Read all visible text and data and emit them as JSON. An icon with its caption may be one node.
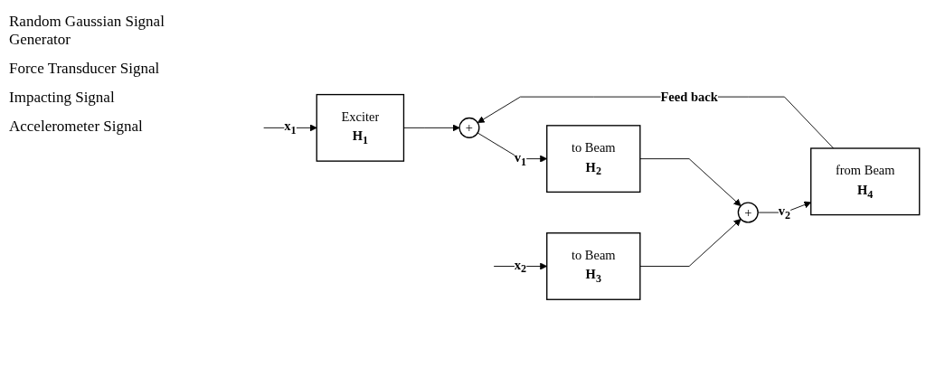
{
  "diagram": {
    "nodes": [
      {
        "text": [
          "Exciter",
          "H$_{1}$"
        ]
      },
      {
        "text": [
          "+"
        ]
      },
      {
        "text": [
          "to Beam",
          "H$_{2}$"
        ]
      },
      {
        "text": [
          "to Beam",
          "H$_{3}$"
        ]
      },
      {
        "text": [
          "+"
        ]
      },
      {
        "text": [
          "from Beam",
          "H$_{4}$"
        ]
      }
    ],
    "edges": [
      {
        "from": null,
        "to": 0,
        "arrow": "to",
        "label": "x$_{1}$"
      },
      {
        "from": 0,
        "to": 1,
        "arrow": "to"
      },
      {
        "from": 1,
        "to": 2,
        "arrow": "to",
        "label": "v$_{1}$"
      },
      {
        "from": 2,
        "to": 4,
        "arrow": "to"
      },
      {
        "from": null,
        "to": 3,
        "arrow": "to",
        "label": "x$_{2}$"
      },
      {
        "from": 3,
        "to": 4,
        "arrow": "to"
      },
      {
        "from": 4,
        "to": 5,
        "arrow": "to",
        "label": "v$_{2}$"
      },
      {
        "from": 5,
        "to": 1,
        "arrow": "to",
        "label": "Feed back"
      }
    ],
    "labels": [
      "Random Gaussian Signal Generator",
      "Force Transducer Signal",
      "Impacting Signal",
      "Accelerometer Signal"
    ]
  }
}
